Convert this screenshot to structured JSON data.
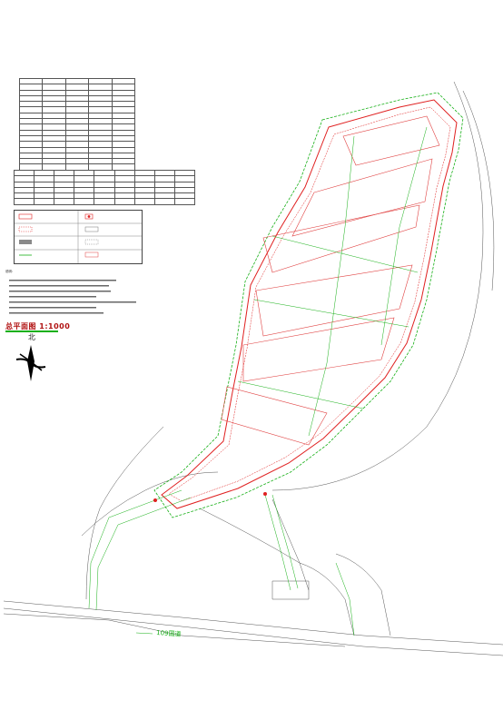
{
  "drawing_title": "总平面图 1:1000",
  "north_label": "北",
  "road_label": "109国道",
  "notes_header": "说明：",
  "colors": {
    "road_outline": "#e02020",
    "hedge": "#18b018",
    "base_lines": "#444444",
    "building": "#e04040",
    "title_underline": "#18b018",
    "label_text": "#18b018"
  },
  "icons": [
    "north-arrow-icon"
  ]
}
